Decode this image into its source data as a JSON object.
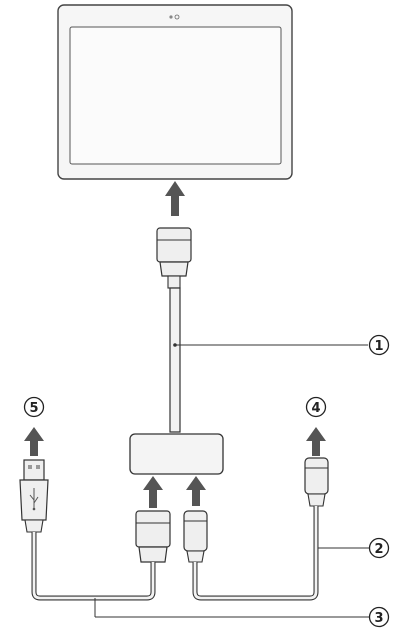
{
  "callouts": [
    {
      "id": "1",
      "text": "1"
    },
    {
      "id": "2",
      "text": "2"
    },
    {
      "id": "3",
      "text": "3"
    },
    {
      "id": "4",
      "text": "4"
    },
    {
      "id": "5",
      "text": "5"
    }
  ],
  "colors": {
    "line": "#333333",
    "arrow": "#555555",
    "cable_fill": "#f2f2f2",
    "device_fill": "#f4f4f4",
    "plug_fill": "#efefef"
  },
  "icons": [
    "tablet-icon",
    "arrow-up-icon",
    "usb-symbol-icon"
  ]
}
